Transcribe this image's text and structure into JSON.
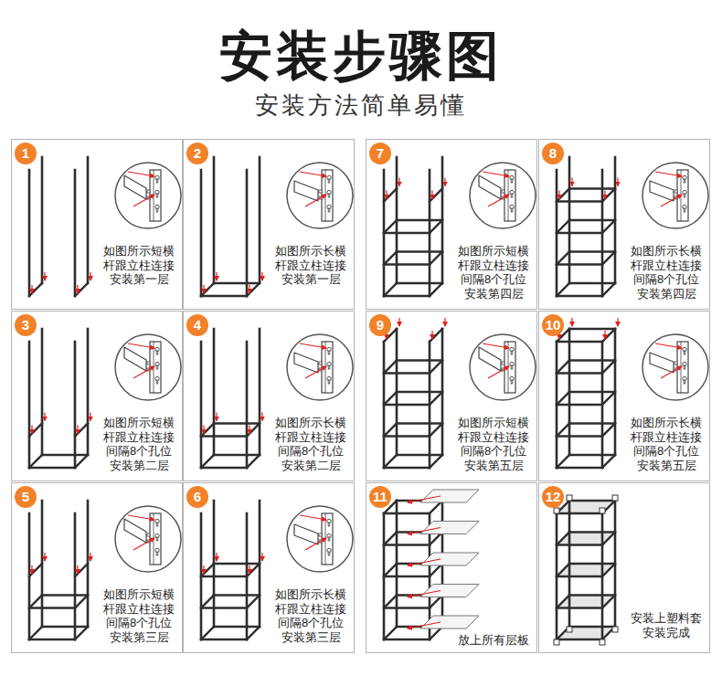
{
  "diagram": {
    "title": "安装步骤图",
    "nodes": [
      {
        "text": [
          "如图所示短横 杆跟立柱连接 安装第一层"
        ]
      },
      {
        "text": [
          "1"
        ],
        "in": 0
      },
      {
        "text": [
          "如图所示长横 杆跟立柱连接 安装第一层"
        ]
      },
      {
        "text": [
          "2"
        ],
        "in": 2
      },
      {
        "text": [
          "如图所示短横 杆跟立柱连接 间隔8个孔位 安装第二层"
        ]
      },
      {
        "text": [
          "3"
        ],
        "in": 4
      },
      {
        "text": [
          "如图所示长横 杆跟立柱连接 间隔8个孔位 安装第二层"
        ]
      },
      {
        "text": [
          "4"
        ],
        "in": 6
      },
      {
        "text": [
          "如图所示短横 杆跟立柱连接 间隔8个孔位 安装第三层"
        ]
      },
      {
        "text": [
          "5"
        ],
        "in": 8
      },
      {
        "text": [
          "如图所示长横 杆跟立柱连接 间隔8个孔位 安装第三层"
        ]
      },
      {
        "text": [
          "6"
        ],
        "in": 10
      },
      {
        "text": [
          "如图所示短横 杆跟立柱连接 间隔8个孔位 安装第四层"
        ]
      },
      {
        "text": [
          "7"
        ],
        "in": 12
      },
      {
        "text": [
          "如图所示长横 杆跟立柱连接 间隔8个孔位 安装第四层"
        ]
      },
      {
        "text": [
          "8"
        ],
        "in": 14
      },
      {
        "text": [
          "如图所示短横 杆跟立柱连接 间隔8个孔位 安装第五层"
        ]
      },
      {
        "text": [
          "9"
        ],
        "in": 16
      },
      {
        "text": [
          "如图所示长横 杆跟立柱连接 间隔8个孔位 安装第五层"
        ]
      },
      {
        "text": [
          "10"
        ],
        "in": 18
      },
      {
        "text": [
          "放上所有层板"
        ]
      },
      {
        "text": [
          "11"
        ],
        "in": 20
      },
      {
        "text": [
          "安装上塑料套 安装完成"
        ]
      },
      {
        "text": [
          "12"
        ],
        "in": 22
      }
    ],
    "labels": [
      "安装方法简单易懂"
    ]
  }
}
